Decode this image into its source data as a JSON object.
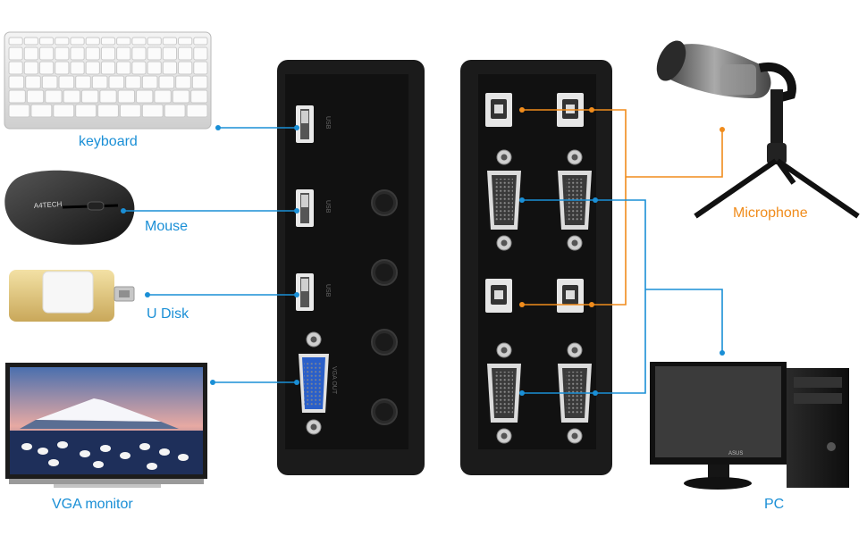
{
  "labels": {
    "keyboard": "keyboard",
    "mouse": "Mouse",
    "udisk": "U Disk",
    "monitor": "VGA monitor",
    "microphone": "Microphone",
    "pc": "PC"
  },
  "devices": {
    "mouse_brand": "A4TECH",
    "pc_monitor_brand": "ASUS"
  },
  "port_labels": {
    "usb": "USB",
    "vga_out": "VGA OUT"
  },
  "colors": {
    "blue_line": "#1a8fd6",
    "orange_line": "#f08c1c",
    "switch_body": "#1b1b1b",
    "vga_port": "#2a5fc9"
  }
}
